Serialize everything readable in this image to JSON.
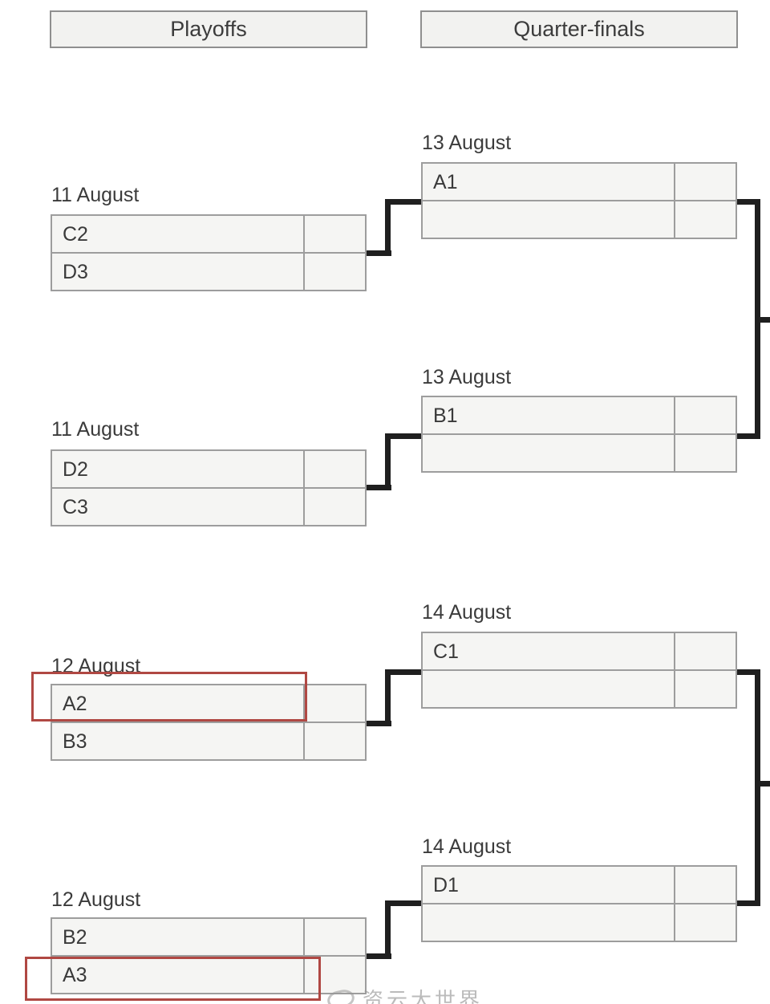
{
  "headers": {
    "round1": "Playoffs",
    "round2": "Quarter-finals"
  },
  "playoffs": [
    {
      "date": "11 August",
      "rows": [
        {
          "team": "C2",
          "score": ""
        },
        {
          "team": "D3",
          "score": ""
        }
      ]
    },
    {
      "date": "11 August",
      "rows": [
        {
          "team": "D2",
          "score": ""
        },
        {
          "team": "C3",
          "score": ""
        }
      ]
    },
    {
      "date": "12 August",
      "rows": [
        {
          "team": "A2",
          "score": ""
        },
        {
          "team": "B3",
          "score": ""
        }
      ],
      "highlighted_row": "A2"
    },
    {
      "date": "12 August",
      "rows": [
        {
          "team": "B2",
          "score": ""
        },
        {
          "team": "A3",
          "score": ""
        }
      ],
      "highlighted_row": "A3"
    }
  ],
  "quarterfinals": [
    {
      "date": "13 August",
      "rows": [
        {
          "team": "A1",
          "score": ""
        },
        {
          "team": "",
          "score": ""
        }
      ]
    },
    {
      "date": "13 August",
      "rows": [
        {
          "team": "B1",
          "score": ""
        },
        {
          "team": "",
          "score": ""
        }
      ]
    },
    {
      "date": "14 August",
      "rows": [
        {
          "team": "C1",
          "score": ""
        },
        {
          "team": "",
          "score": ""
        }
      ]
    },
    {
      "date": "14 August",
      "rows": [
        {
          "team": "D1",
          "score": ""
        },
        {
          "team": "",
          "score": ""
        }
      ]
    }
  ],
  "watermark": {
    "text": "资云大世界"
  },
  "colors": {
    "highlight_red": "#b04843",
    "connector_black": "#1f1f1f",
    "cell_fill": "#f5f5f3",
    "cell_border": "#9d9d9d"
  }
}
